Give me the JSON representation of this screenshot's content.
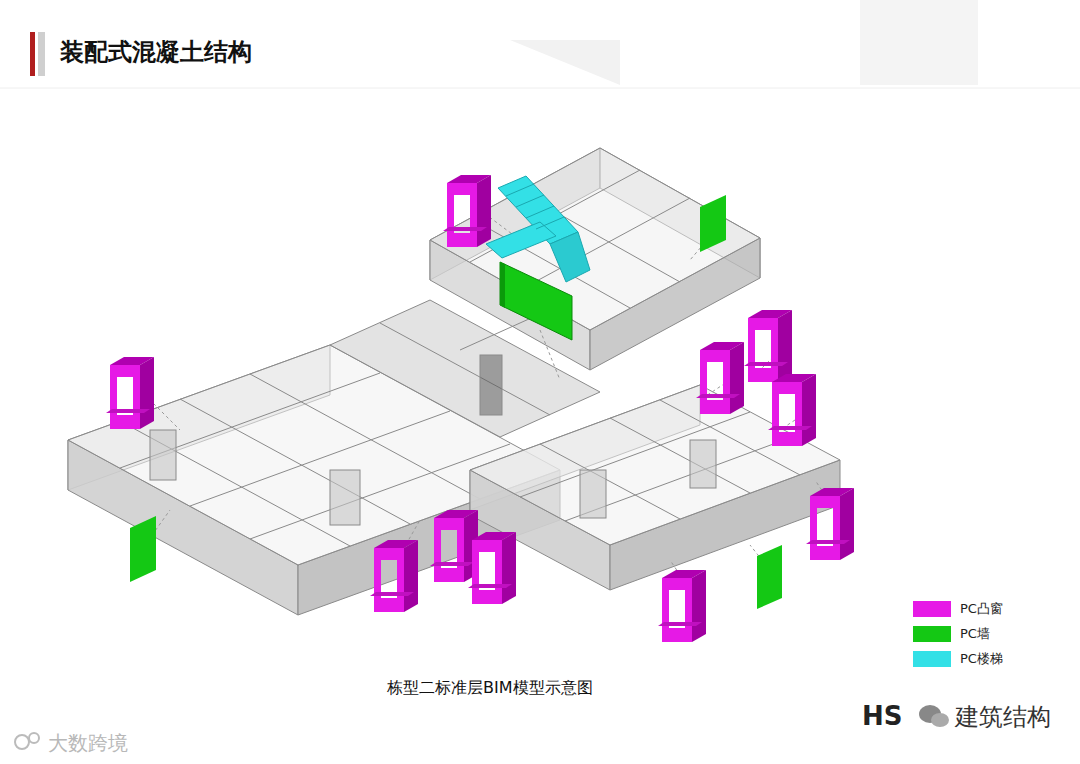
{
  "diagram": {
    "title": "装配式混凝土结构",
    "caption": "栋型二标准层BIM模型示意图",
    "labels": [
      "大数跨境",
      "HS",
      "建筑结构"
    ],
    "legend": [
      {
        "text": "PC凸窗",
        "color": "#e619e6"
      },
      {
        "text": "PC墙",
        "color": "#14c814"
      },
      {
        "text": "PC楼梯",
        "color": "#33e0e6"
      }
    ]
  }
}
